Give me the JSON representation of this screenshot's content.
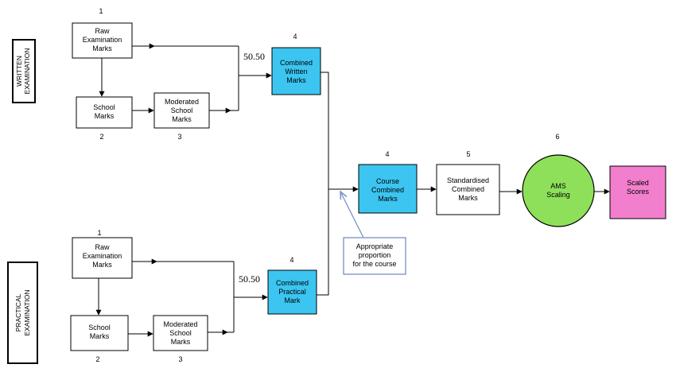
{
  "colors": {
    "cyan": "#3cc5f0",
    "green": "#8ee05a",
    "pink": "#f27fcd",
    "annotation_border": "#4f6fa8",
    "annotation_arrow": "#7b93c9"
  },
  "written": {
    "label": [
      "WRITTEN",
      "EXAMINATION"
    ],
    "raw": {
      "number": "1",
      "lines": [
        "Raw",
        "Examination",
        "Marks"
      ]
    },
    "school": {
      "number": "2",
      "lines": [
        "School",
        "Marks"
      ]
    },
    "moderated": {
      "number": "3",
      "lines": [
        "Moderated",
        "School",
        "Marks"
      ]
    },
    "ratio": "50.50",
    "combined": {
      "number": "4",
      "lines": [
        "Combined",
        "Written",
        "Marks"
      ]
    }
  },
  "practical": {
    "label": [
      "PRACTICAL",
      "EXAMINATION"
    ],
    "raw": {
      "number": "1",
      "lines": [
        "Raw",
        "Examination",
        "Marks"
      ]
    },
    "school": {
      "number": "2",
      "lines": [
        "School",
        "Marks"
      ]
    },
    "moderated": {
      "number": "3",
      "lines": [
        "Moderated",
        "School",
        "Marks"
      ]
    },
    "ratio": "50.50",
    "combined": {
      "number": "4",
      "lines": [
        "Combined",
        "Practical",
        "Mark"
      ]
    }
  },
  "course": {
    "number": "4",
    "lines": [
      "Course",
      "Combined",
      "Marks"
    ]
  },
  "standardised": {
    "number": "5",
    "lines": [
      "Standardised",
      "Combined",
      "Marks"
    ]
  },
  "ams": {
    "number": "6",
    "lines": [
      "AMS",
      "Scaling"
    ]
  },
  "scaled": {
    "lines": [
      "Scaled",
      "Scores"
    ]
  },
  "proportion_note": {
    "lines": [
      "Appropriate",
      "proportion",
      "for the course"
    ]
  }
}
